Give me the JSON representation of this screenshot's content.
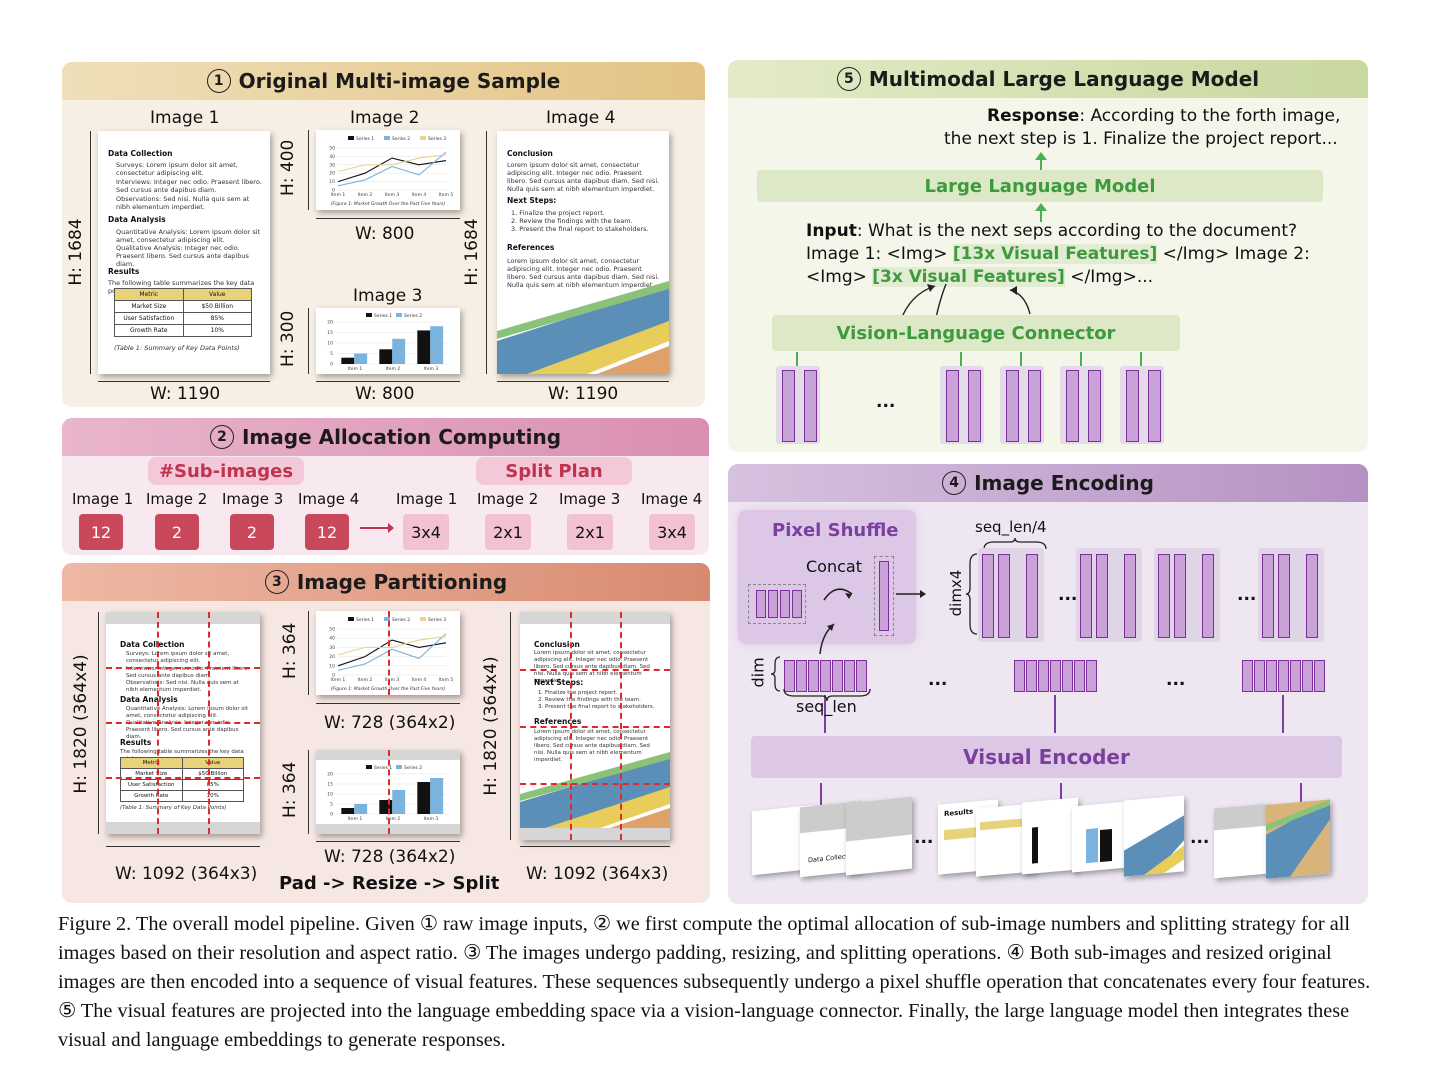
{
  "panel1": {
    "num": "1",
    "title": "Original Multi-image Sample",
    "image1": {
      "label": "Image 1",
      "height": "H: 1684",
      "width": "W: 1190"
    },
    "image2": {
      "label": "Image 2",
      "height": "H: 400",
      "width": "W: 800"
    },
    "image3": {
      "label": "Image 3",
      "height": "H: 300",
      "width": "W: 800"
    },
    "image4": {
      "label": "Image 4",
      "height": "H: 1684",
      "width": "W: 1190"
    }
  },
  "doc1": {
    "h1": "Data Collection",
    "b1": "Surveys: Lorem ipsum dolor sit amet, consectetur adipiscing elit.",
    "b2": "Interviews: Integer nec odio. Praesent libero. Sed cursus ante dapibus diam.",
    "b3": "Observations: Sed nisi. Nulla quis sem at nibh elementum imperdiet.",
    "h2": "Data Analysis",
    "b4": "Quantitative Analysis: Lorem ipsum dolor sit amet, consectetur adipiscing elit.",
    "b5": "Qualitative Analysis: Integer nec odio. Praesent libero. Sed cursus ante dapibus diam.",
    "h3": "Results",
    "intro": "The following table summarizes the key data points:",
    "table": {
      "headers": [
        "Metric",
        "Value"
      ],
      "rows": [
        [
          "Market Size",
          "$50 Billion"
        ],
        [
          "User Satisfaction",
          "85%"
        ],
        [
          "Growth Rate",
          "10%"
        ]
      ]
    },
    "caption": "(Table 1: Summary of Key Data Points)"
  },
  "doc4": {
    "h1": "Conclusion",
    "p1": "Lorem ipsum dolor sit amet, consectetur adipiscing elit. Integer nec odio. Praesent libero. Sed cursus ante dapibus diam. Sed nisi. Nulla quis sem at nibh elementum imperdiet.",
    "h2": "Next Steps:",
    "s1": "1. Finalize the project report.",
    "s2": "2. Review the findings with the team.",
    "s3": "3. Present the final report to stakeholders.",
    "h3": "References",
    "p2": "Lorem ipsum dolor sit amet, consectetur adipiscing elit. Integer nec odio. Praesent libero. Sed cursus ante dapibus diam. Sed nisi. Nulla quis sem at nibh elementum imperdiet."
  },
  "mini_line_chart": {
    "legend": [
      "Series 1",
      "Series 2",
      "Series 3"
    ],
    "categories": [
      "Item 1",
      "Item 2",
      "Item 3",
      "Item 4",
      "Item 5"
    ],
    "y_ticks": [
      "50",
      "40",
      "30",
      "20",
      "10",
      "0"
    ],
    "caption": "(Figure 1: Market Growth Over the Past Five Years)",
    "series": [
      {
        "values": [
          10,
          20,
          38,
          30,
          35
        ],
        "color": "#111111"
      },
      {
        "values": [
          5,
          12,
          28,
          18,
          45
        ],
        "color": "#7ab3de"
      },
      {
        "values": [
          22,
          30,
          30,
          38,
          42
        ],
        "color": "#e8d48a"
      }
    ]
  },
  "mini_bar_chart": {
    "legend": [
      "Series 1",
      "Series 2"
    ],
    "categories": [
      "Item 1",
      "Item 2",
      "Item 3"
    ],
    "y_ticks": [
      "20",
      "15",
      "10",
      "5",
      "0"
    ],
    "series": [
      {
        "values": [
          3,
          7,
          16
        ],
        "color": "#111111"
      },
      {
        "values": [
          5,
          12,
          18
        ],
        "color": "#7ab3de"
      }
    ]
  },
  "panel2": {
    "num": "2",
    "title": "Image Allocation Computing",
    "sub_header": "#Sub-images",
    "split_header": "Split Plan",
    "sub_labels": [
      "Image 1",
      "Image 2",
      "Image 3",
      "Image 4"
    ],
    "sub_values": [
      "12",
      "2",
      "2",
      "12"
    ],
    "split_labels": [
      "Image 1",
      "Image 2",
      "Image 3",
      "Image 4"
    ],
    "split_values": [
      "3x4",
      "2x1",
      "2x1",
      "3x4"
    ]
  },
  "panel3": {
    "num": "3",
    "title": "Image Partitioning",
    "h_left": "H: 1820 (364x4)",
    "w_left": "W: 1092 (364x3)",
    "h_mid1": "H: 364",
    "w_mid1": "W: 728 (364x2)",
    "h_mid2": "H: 364",
    "w_mid2": "W: 728 (364x2)",
    "h_right": "H: 1820 (364x4)",
    "w_right": "W: 1092 (364x3)",
    "process": "Pad -> Resize -> Split"
  },
  "panel4": {
    "num": "4",
    "title": "Image Encoding",
    "pixel_shuffle": "Pixel Shuffle",
    "concat": "Concat",
    "seq_len_4": "seq_len/4",
    "dimx4": "dimx4",
    "dim": "dim",
    "seq_len": "seq_len",
    "encoder": "Visual Encoder",
    "ellipsis": "..."
  },
  "panel5": {
    "num": "5",
    "title": "Multimodal Large Language Model",
    "response_label": "Response",
    "response_line1": ": According to the forth image,",
    "response_line2": "the next step is 1. Finalize the project report...",
    "llm": "Large Language Model",
    "input_label": "Input",
    "input_line1": ": What is the next seps according to the document?",
    "input_line2_a": "Image 1: <Img> ",
    "input_line2_b": "[13x Visual Features]",
    "input_line2_c": " </Img> Image 2:",
    "input_line3_a": "<Img> ",
    "input_line3_b": "[3x Visual Features]",
    "input_line3_c": " </Img>...",
    "connector": "Vision-Language Connector",
    "ellipsis": "..."
  },
  "thumb_text": {
    "data_collection": "Data Collecti",
    "results": "Results"
  },
  "caption": {
    "text": "Figure 2. The overall model pipeline. Given ① raw image inputs, ② we first compute the optimal allocation of sub-image numbers and splitting strategy for all images based on their resolution and aspect ratio. ③ The images undergo padding, resizing, and splitting operations. ④ Both sub-images and resized original images are then encoded into a sequence of visual features. These sequences subsequently undergo a pixel shuffle operation that concatenates every four features. ⑤ The visual features are projected into the language embedding space via a vision-language connector. Finally, the large language model then integrates these visual and language embeddings to generate responses."
  },
  "colors": {
    "panel1_bg": "#f7efe3",
    "panel1_title": "#e6c98f",
    "panel2_bg": "#f8e8f0",
    "panel2_title": "#d98fb2",
    "panel3_bg": "#f7e7e2",
    "panel3_title": "#df9a80",
    "panel4_bg": "#eee7f2",
    "panel4_title": "#b591c3",
    "panel5_bg": "#f4f6ea",
    "panel5_title": "#c8d89f",
    "green": "#4caf50",
    "purple": "#7b3fa0",
    "red_chip": "#c9485c",
    "pink_chip": "#f2c2d1"
  }
}
